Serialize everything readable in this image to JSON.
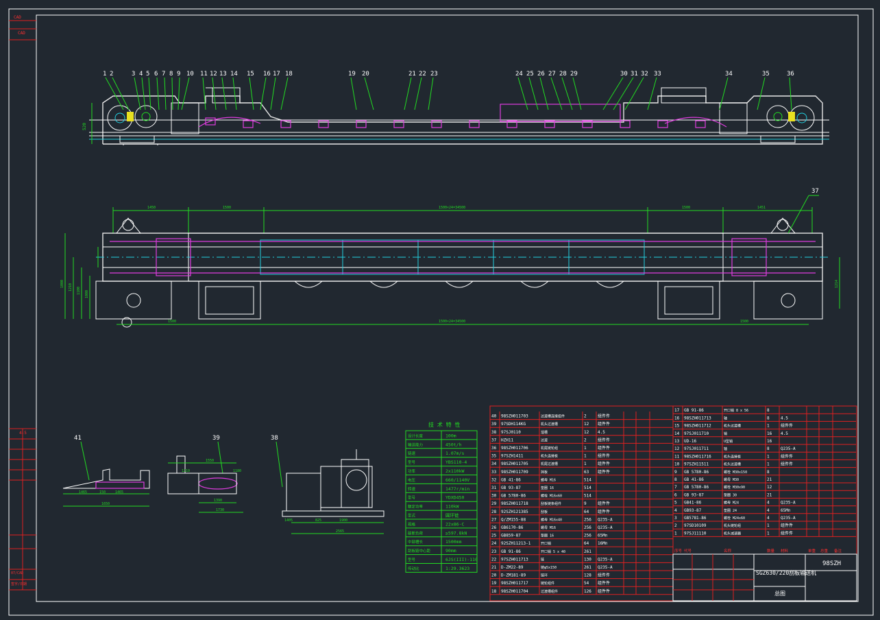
{
  "callouts": {
    "top": [
      "1",
      "2",
      "3",
      "4",
      "5",
      "6",
      "7",
      "8",
      "9",
      "10",
      "11",
      "12",
      "13",
      "14",
      "15",
      "16",
      "17",
      "18",
      "19",
      "20",
      "21",
      "22",
      "23",
      "24",
      "25",
      "26",
      "27",
      "28",
      "29",
      "30",
      "31",
      "32",
      "33",
      "34",
      "35",
      "36"
    ],
    "plan": "37",
    "details": [
      "41",
      "39",
      "38"
    ]
  },
  "dims": {
    "plan_top": [
      "1450",
      "1500",
      "1500×24=34500",
      "1500",
      "1451"
    ],
    "plan_bottom": [
      "1500",
      "1500×24=34500",
      "1500"
    ],
    "side_h": "520",
    "left_v": [
      "1000",
      "1210",
      "1100",
      "1000"
    ],
    "right_v": "1214",
    "d41": [
      "1465",
      "150",
      "1465",
      "1650"
    ],
    "d39": [
      "1550",
      "1210",
      "1180",
      "1390",
      "1730"
    ],
    "d38": [
      "1405",
      "2565",
      "1900",
      "825"
    ]
  },
  "tech": {
    "title": "技 术 特 性",
    "rows": [
      [
        "设计长度",
        "100m"
      ],
      [
        "输送能力",
        "450t/h"
      ],
      [
        "链速",
        "1.07m/s"
      ],
      [
        "型号",
        "YBS110-4"
      ],
      [
        "功率",
        "2x110kW"
      ],
      [
        "电压",
        "660/1140V"
      ],
      [
        "转速",
        "1477r/min"
      ],
      [
        "型号",
        "YDXD450"
      ],
      [
        "额定功率",
        "110kW"
      ],
      [
        "型式",
        "圆环链"
      ],
      [
        "规格",
        "22x86-C"
      ],
      [
        "破断负荷",
        "≥597.8kN"
      ],
      [
        "中部槽长",
        "1500mm"
      ],
      [
        "刮板链中心距",
        "90mm"
      ],
      [
        "型号",
        "6JS(III)-110"
      ],
      [
        "传动比",
        "1:29.3623"
      ]
    ]
  },
  "bom_left": [
    [
      "40",
      "98SZH011703",
      "过渡槽连接组件",
      "2",
      "组件件",
      "",
      "",
      ""
    ],
    [
      "39",
      "97SDH114KG",
      "机头过渡槽",
      "12",
      "组件件",
      "",
      "",
      ""
    ],
    [
      "38",
      "97SJ0110",
      "溜槽",
      "12",
      "4.5",
      "",
      "",
      ""
    ],
    [
      "37",
      "HZH11",
      "过渡",
      "2",
      "组件件",
      "",
      "",
      ""
    ],
    [
      "36",
      "98SZH011706",
      "机尾链轮组",
      "1",
      "组件件",
      "",
      "",
      ""
    ],
    [
      "35",
      "97SZH1411",
      "机头连接板",
      "1",
      "组件件",
      "",
      "",
      ""
    ],
    [
      "34",
      "98SZH011705",
      "机尾过渡槽",
      "1",
      "组件件",
      "",
      "",
      ""
    ],
    [
      "33",
      "98SZH011709",
      "挡板",
      "63",
      "组件件",
      "",
      "",
      ""
    ],
    [
      "32",
      "GB 41-86",
      "螺母 M16",
      "514",
      "",
      "",
      "",
      ""
    ],
    [
      "31",
      "GB 93-87",
      "垫圈 16",
      "514",
      "",
      "",
      "",
      ""
    ],
    [
      "30",
      "GB 5780-86",
      "螺栓 M16x60",
      "514",
      "",
      "",
      "",
      ""
    ],
    [
      "29",
      "98SZH011718",
      "刮板链条组件",
      "9",
      "组件件",
      "",
      "",
      ""
    ],
    [
      "28",
      "92SZH121385",
      "刮板",
      "64",
      "组件件",
      "",
      "",
      ""
    ],
    [
      "27",
      "Q/ZM155-88",
      "螺母 M16x40",
      "256",
      "Q235-A",
      "",
      "",
      ""
    ],
    [
      "26",
      "GB6170-86",
      "螺母 M16",
      "256",
      "Q235-A",
      "",
      "",
      ""
    ],
    [
      "25",
      "GB859-87",
      "垫圈 16",
      "256",
      "65Mn",
      "",
      "",
      ""
    ],
    [
      "24",
      "92SZH11213-1",
      "开口销",
      "64",
      "16Mn",
      "",
      "",
      ""
    ],
    [
      "23",
      "GB 91-86",
      "开口销 5 x 40",
      "261",
      "",
      "",
      "",
      ""
    ],
    [
      "22",
      "97SZH011713",
      "链",
      "130",
      "Q235-A",
      "",
      "",
      ""
    ],
    [
      "21",
      "D-ZM22-89",
      "链φ5x150",
      "261",
      "Q235-A",
      "",
      "",
      ""
    ],
    [
      "20",
      "D-ZM181-89",
      "链环",
      "128",
      "组件件",
      "",
      "",
      ""
    ],
    [
      "19",
      "98SZH011717",
      "链轮组件",
      "54",
      "组件件",
      "",
      "",
      ""
    ],
    [
      "18",
      "98SZH011704",
      "过渡槽组件",
      "126",
      "组件件",
      "",
      "",
      ""
    ]
  ],
  "bom_right": [
    [
      "17",
      "GB 91-86",
      "开口销 8 x 56",
      "8",
      "",
      "",
      "",
      ""
    ],
    [
      "16",
      "98SZH011713",
      "轴",
      "8",
      "4.5",
      "",
      "",
      ""
    ],
    [
      "15",
      "98SZH011712",
      "机头过渡槽",
      "1",
      "组件件",
      "",
      "",
      ""
    ],
    [
      "14",
      "97SJ011710",
      "销",
      "16",
      "4.5",
      "",
      "",
      ""
    ],
    [
      "13",
      "UD-16",
      "U型销",
      "16",
      "",
      "",
      "",
      ""
    ],
    [
      "12",
      "97SJ011711",
      "轴",
      "8",
      "Q235-A",
      "",
      "",
      ""
    ],
    [
      "11",
      "98SZH011716",
      "机头连接板",
      "1",
      "组件件",
      "",
      "",
      ""
    ],
    [
      "10",
      "97SZH11511",
      "机头过渡槽",
      "1",
      "组件件",
      "",
      "",
      ""
    ],
    [
      "9",
      "GB 5780-86",
      "螺栓 M30x150",
      "8",
      "",
      "",
      "",
      ""
    ],
    [
      "8",
      "GB 41-86",
      "螺母 M30",
      "21",
      "",
      "",
      "",
      ""
    ],
    [
      "7",
      "GB 5780-86",
      "螺栓 M30x90",
      "12",
      "",
      "",
      "",
      ""
    ],
    [
      "6",
      "GB 93-87",
      "垫圈 30",
      "21",
      "",
      "",
      "",
      ""
    ],
    [
      "5",
      "GB41-86",
      "螺母 M24",
      "4",
      "Q235-A",
      "",
      "",
      ""
    ],
    [
      "4",
      "GB93-87",
      "垫圈 24",
      "4",
      "65Mn",
      "",
      "",
      ""
    ],
    [
      "3",
      "GB5781-86",
      "螺栓 M24x60",
      "4",
      "Q235-A",
      "",
      "",
      ""
    ],
    [
      "2",
      "97SD10109",
      "机头链轮组",
      "1",
      "组件件",
      "",
      "",
      ""
    ],
    [
      "1",
      "97SJ11110",
      "机头减速器",
      "1",
      "组件件",
      "",
      "",
      ""
    ]
  ],
  "bom_header": [
    "序号",
    "代号",
    "名称",
    "数量",
    "材料",
    "单重",
    "总重",
    "备注"
  ],
  "title_block": {
    "code": "98SZH",
    "name": "SGZ630/220刮板输送机",
    "sheet": "总图"
  },
  "left_strip": [
    "CAD",
    "4-5",
    "07/CAD",
    "签字/日期"
  ],
  "colors": {
    "bg": "#212830",
    "line": "#ffffff",
    "magenta": "#e03ce0",
    "cyan": "#22d0e0",
    "green": "#22dd22",
    "red": "#e02020"
  }
}
